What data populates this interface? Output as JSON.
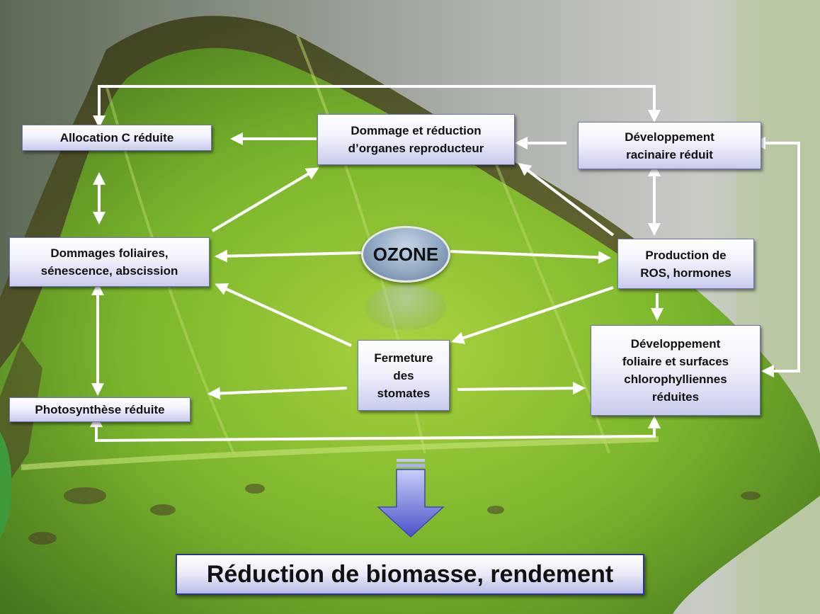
{
  "center": {
    "label": "OZONE"
  },
  "nodes": {
    "allocation_c": "Allocation C réduite",
    "dommage_organes": "Dommage et réduction\nd’organes reproducteur",
    "developpement_racinaire": "Développement\nracinaire réduit",
    "dommages_foliaires": "Dommages foliaires,\nsénescence, abscission",
    "production_ros": "Production de\nROS, hormones",
    "fermeture_stomates": "Fermeture\ndes\nstomates",
    "developpement_foliaire": "Développement\nfoliaire et surfaces\nchlorophylliennes\nréduites",
    "photosynthese": "Photosynthèse réduite"
  },
  "result": {
    "label": "Réduction de biomasse, rendement"
  },
  "colors": {
    "box_border": "#6f73b8",
    "arrow": "#ffffff",
    "result_border": "#2f3590",
    "down_arrow": "#6a72d8"
  }
}
